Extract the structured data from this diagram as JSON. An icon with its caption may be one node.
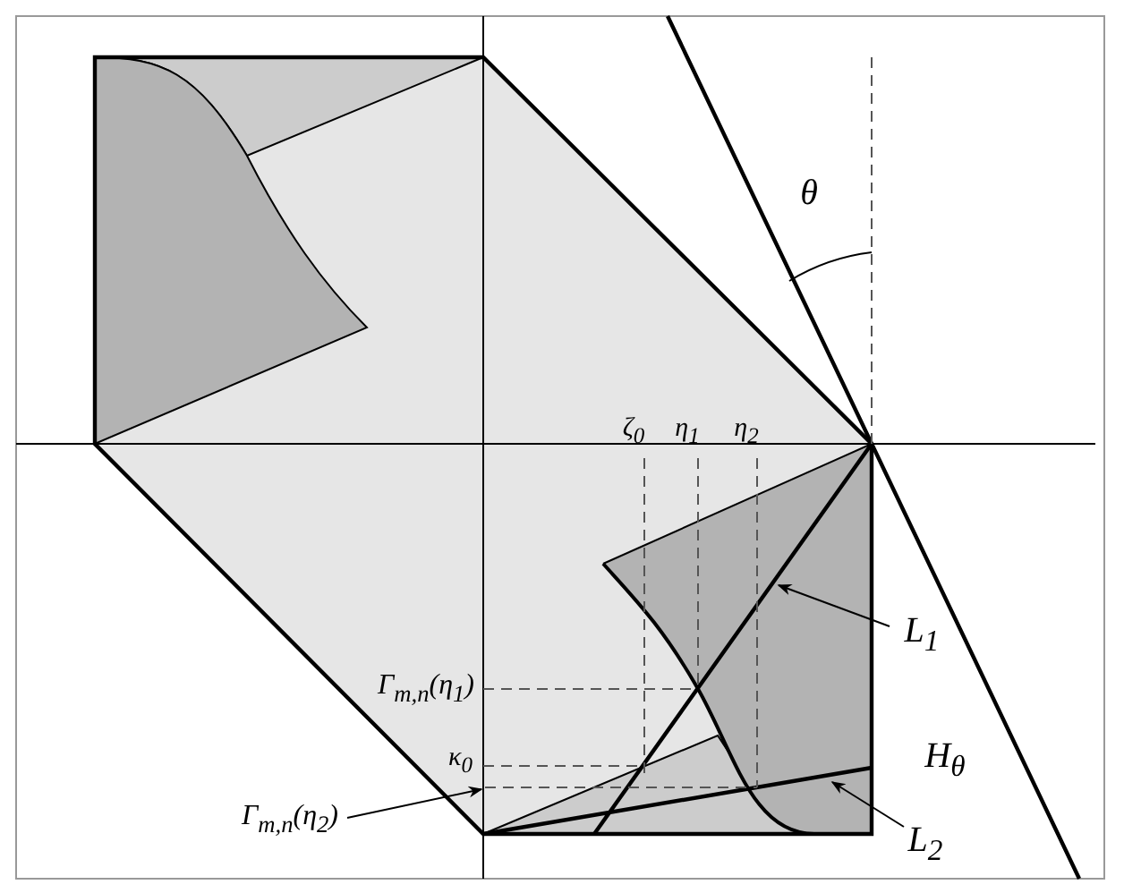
{
  "diagram": {
    "nodes": [
      {
        "text": [
          "L$_{1}$"
        ]
      },
      {
        "text": [
          "Γ$_{m,n}$(η$_{2}$)"
        ]
      },
      {
        "text": [
          "L$_{2}$"
        ]
      },
      {
        "text": [],
        "shape": "line"
      }
    ],
    "edges": [
      {
        "from": 0,
        "to": null,
        "arrow": "to"
      },
      {
        "from": 1,
        "to": 3,
        "arrow": "to"
      },
      {
        "from": 2,
        "to": null,
        "arrow": "to"
      }
    ],
    "labels": [
      "θ",
      "ζ$_{0}$",
      "η$_{1}$",
      "η$_{2}$",
      "Γ$_{m,n}$(η$_{1}$)",
      "H$_{θ}$",
      "κ$_{0}$"
    ]
  }
}
